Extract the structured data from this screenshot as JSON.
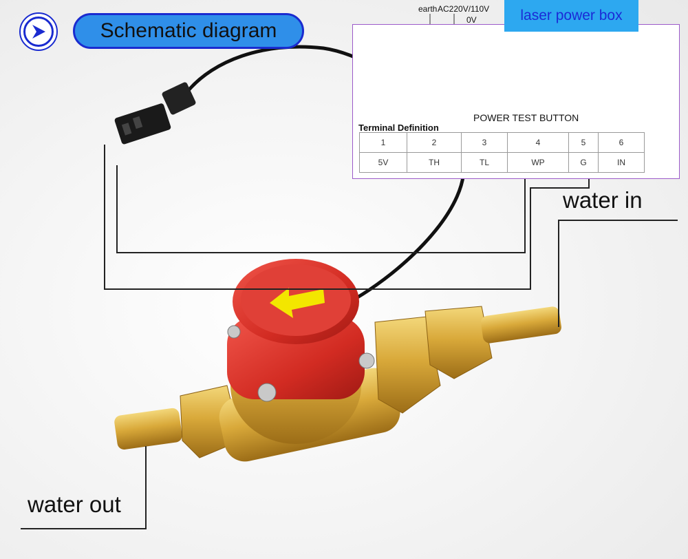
{
  "header": {
    "icon": "chevron-right-icon",
    "title": "Schematic diagram"
  },
  "power_box": {
    "label": "laser power box",
    "earth_label": "earth",
    "ac_label": "AC220V/110V",
    "ov_label": "0V",
    "test_button_label": "POWER TEST BUTTON",
    "table_title": "Terminal Definition",
    "terminal_numbers": [
      "1",
      "2",
      "3",
      "4",
      "5",
      "6"
    ],
    "terminal_names": [
      "5V",
      "TH",
      "TL",
      "WP",
      "G",
      "IN"
    ]
  },
  "labels": {
    "water_in": "water in",
    "water_out": "water out"
  },
  "colors": {
    "accent_blue": "#1a2bd0",
    "pill_fill": "#2f8fe9",
    "box_fill": "#2da8f0",
    "brass": "#d9a93a",
    "red_cap": "#d22b22",
    "arrow": "#f3e600"
  }
}
